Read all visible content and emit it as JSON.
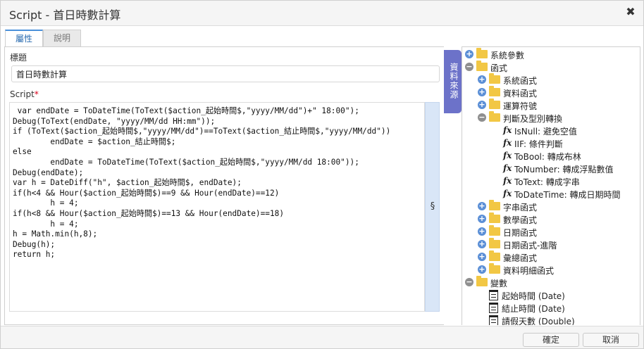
{
  "window": {
    "title": "Script - 首日時數計算",
    "close_symbol": "✖"
  },
  "tabs": [
    {
      "label": "屬性",
      "active": true
    },
    {
      "label": "說明",
      "active": false
    }
  ],
  "form": {
    "title_label": "標題",
    "title_value": "首日時數計算",
    "script_label": "Script",
    "required_mark": "*",
    "code_lines": [
      " var endDate = ToDateTime(ToText($action_起始時間$,\"yyyy/MM/dd\")+\" 18:00\");",
      "Debug(ToText(endDate, \"yyyy/MM/dd HH:mm\"));",
      "if (ToText($action_起始時間$,\"yyyy/MM/dd\")==ToText($action_結止時間$,\"yyyy/MM/dd\"))",
      "        endDate = $action_結止時間$;",
      "else",
      "        endDate = ToDateTime(ToText($action_起始時間$,\"yyyy/MM/dd 18:00\"));",
      "Debug(endDate);",
      "var h = DateDiff(\"h\", $action_起始時間$, endDate);",
      "if(h<4 && Hour($action_起始時間$)==9 && Hour(endDate)==12)",
      "        h = 4;",
      "if(h<8 && Hour($action_起始時間$)==13 && Hour(endDate)==18)",
      "        h = 4;",
      "h = Math.min(h,8);",
      "Debug(h);",
      "return h;"
    ]
  },
  "side_tab": {
    "label": "資料來源"
  },
  "tree": {
    "root_items": [
      {
        "label": "系統參數",
        "expanded": false
      },
      {
        "label": "函式",
        "expanded": true
      }
    ],
    "function_groups": [
      {
        "label": "系統函式",
        "expanded": false
      },
      {
        "label": "資料函式",
        "expanded": false
      },
      {
        "label": "運算符號",
        "expanded": false
      },
      {
        "label": "判斷及型別轉換",
        "expanded": true
      }
    ],
    "functions": [
      {
        "label": "IsNull: 避免空值"
      },
      {
        "label": "IIF: 條件判斷"
      },
      {
        "label": "ToBool: 轉成布林"
      },
      {
        "label": "ToNumber: 轉成浮點數值"
      },
      {
        "label": "ToText: 轉成字串"
      },
      {
        "label": "ToDateTime: 轉成日期時間"
      }
    ],
    "more_groups": [
      {
        "label": "字串函式",
        "expanded": false
      },
      {
        "label": "數學函式",
        "expanded": false
      },
      {
        "label": "日期函式",
        "expanded": false
      },
      {
        "label": "日期函式-進階",
        "expanded": false
      },
      {
        "label": "彙總函式",
        "expanded": false
      },
      {
        "label": "資料明細函式",
        "expanded": false
      }
    ],
    "variables_root": {
      "label": "變數",
      "expanded": true
    },
    "variables": [
      {
        "label": "起始時間 (Date)"
      },
      {
        "label": "結止時間 (Date)"
      },
      {
        "label": "請假天數 (Double)"
      }
    ],
    "fx_symbol": "fx"
  },
  "footer": {
    "ok_label": "確定",
    "cancel_label": "取消"
  },
  "colors": {
    "side_tab": "#6c72c9",
    "folder": "#f2c744",
    "expand_toggle": "#5b8fd6",
    "collapse_toggle": "#8f8f8f",
    "required": "#d9001b"
  }
}
